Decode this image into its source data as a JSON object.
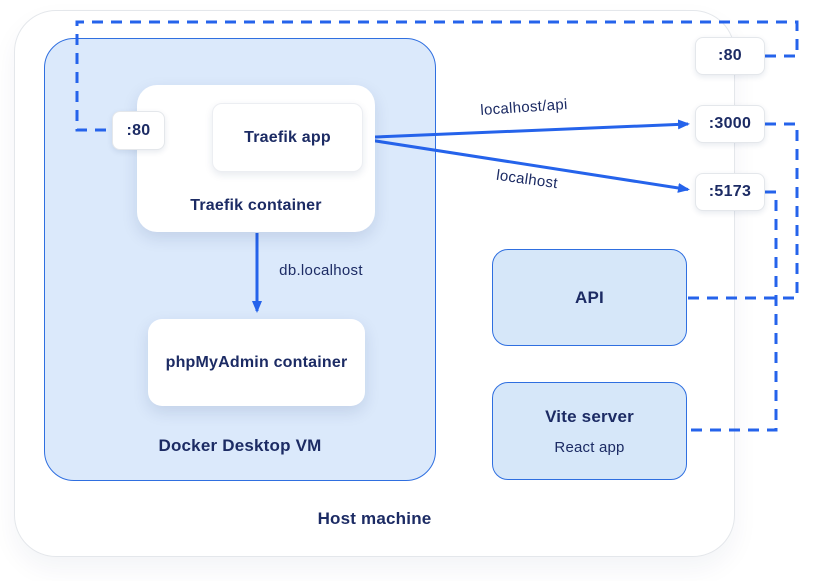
{
  "diagram": {
    "host": {
      "label": "Host machine"
    },
    "vm": {
      "label": "Docker Desktop VM"
    },
    "traefik_container": {
      "label": "Traefik container"
    },
    "traefik_app": {
      "label": "Traefik app"
    },
    "phpmyadmin": {
      "label": "phpMyAdmin container"
    },
    "api": {
      "label": "API"
    },
    "vite": {
      "title": "Vite server",
      "subtitle": "React app"
    },
    "ports": {
      "inner_80": ":80",
      "host_80": ":80",
      "port_3000": ":3000",
      "port_5173": ":5173"
    },
    "edges": {
      "api_route": "localhost/api",
      "root_route": "localhost",
      "db_route": "db.localhost"
    },
    "colors": {
      "accent": "#2563eb",
      "navy": "#1c2b64",
      "vm_fill": "#dbe9fb",
      "panel_fill": "#d6e7f9",
      "panel_border": "#2f6fe0",
      "border_gray": "#e4e7eb"
    }
  }
}
